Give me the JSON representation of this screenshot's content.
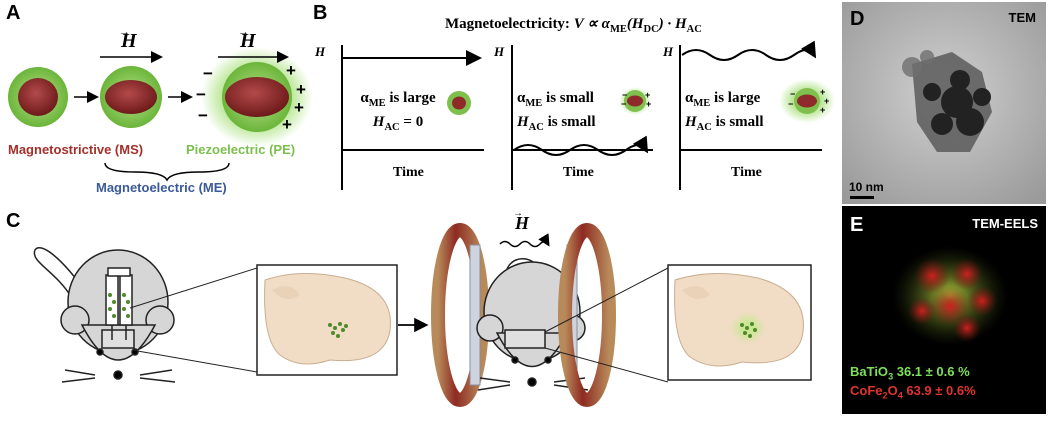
{
  "panels": {
    "a": "A",
    "b": "B",
    "c": "C",
    "d": "D",
    "e": "E"
  },
  "panel_a": {
    "field_symbol": "H",
    "ms_label": "Magnetostrictive (MS)",
    "pe_label": "Piezoelectric (PE)",
    "me_label": "Magnetoelectric (ME)",
    "colors": {
      "ms": "#b03a2e",
      "pe": "#7fbf4d",
      "me": "#3b5a9a"
    }
  },
  "panel_b": {
    "title_prefix": "Magnetoelectricity: ",
    "title_formula": "V ∝ α",
    "title_sub1": "ME",
    "title_mid": "(H",
    "title_sub2": "DC",
    "title_mid2": ") · H",
    "title_sub3": "AC",
    "axis_symbol": "H",
    "time_label": "Time",
    "graphs": [
      {
        "line1_pre": "α",
        "line1_sub": "ME",
        "line1_post": " is large",
        "line2_pre": "H",
        "line2_sub": "AC",
        "line2_post": " = 0"
      },
      {
        "line1_pre": "α",
        "line1_sub": "ME",
        "line1_post": " is small",
        "line2_pre": "H",
        "line2_sub": "AC",
        "line2_post": " is small"
      },
      {
        "line1_pre": "α",
        "line1_sub": "ME",
        "line1_post": " is large",
        "line2_pre": "H",
        "line2_sub": "AC",
        "line2_post": " is small"
      }
    ]
  },
  "panel_c": {
    "field_symbol": "H"
  },
  "panel_d": {
    "label": "TEM",
    "scale": "10 nm"
  },
  "panel_e": {
    "label": "TEM-EELS",
    "bto_text": "BaTiO",
    "bto_sub": "3",
    "bto_value": " 36.1 ± 0.6 %",
    "cfo_text": "CoFe",
    "cfo_sub1": "2",
    "cfo_mid": "O",
    "cfo_sub2": "4",
    "cfo_value": " 63.9 ± 0.6%",
    "colors": {
      "bto": "#7ee05a",
      "cfo": "#e0342c"
    }
  }
}
